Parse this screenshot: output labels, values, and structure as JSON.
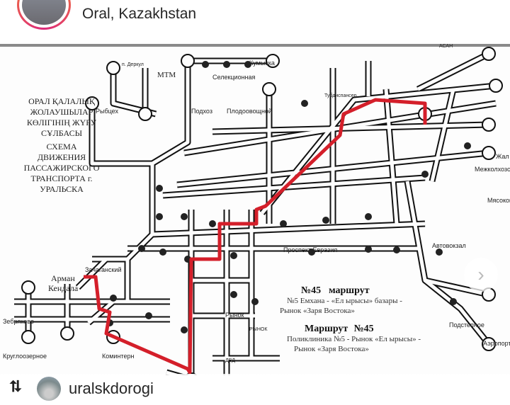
{
  "header": {
    "location": "Oral, Kazakhstan"
  },
  "map": {
    "title_kz": [
      "ОРАЛ ҚАЛАЛЫҚ",
      "ЖОЛАУШЫЛАР",
      "КӨЛІГІНІҢ ЖҮРУ",
      "СҰЛБАСЫ"
    ],
    "title_ru": [
      "СХЕМА",
      "ДВИЖЕНИЯ",
      "ПАССАЖИРСКОГО",
      "ТРАНСПОРТА г.",
      "УРАЛЬСКА"
    ],
    "route_kz": {
      "number": "№45",
      "word": "маршрут",
      "line1": "№5 Емхана - «Ел ырысы» базары -",
      "line2": "Рынок «Заря Востока»"
    },
    "route_ru": {
      "word": "Маршрут",
      "number": "№45",
      "line1": "Поликлиника №5 - Рынок «Ел ырысы» -",
      "line2": "Рынок «Заря Востока»"
    },
    "places": {
      "derkul": "п. Деркул",
      "mtm": "МТМ",
      "kumyska": "Кумыска",
      "selek": "Селекционная",
      "rybtsekh": "Рыбцех",
      "podhoz": "Подхоз",
      "plodoov": "Плодоовощной",
      "tubdispanser": "Тубдиспансер",
      "asan": "АСАН",
      "zhal": "Жал",
      "mezhkolhoz": "Межколхозстр",
      "mesokom": "Мясоком",
      "avtovokzal": "Автовокзал",
      "podstepnoe": "Подстепное",
      "aeroport": "Аэропорт",
      "zachagansky": "Зачаганский",
      "arman": "Арман",
      "kendala": "Кендала",
      "zhelyabovo": "Зебряково",
      "krugloozernoe": "Круглоозерное",
      "komintern": "Коминтерн",
      "rynok": "Рынок",
      "prospekt": "Проспект Евразия",
      "ddd": "ДВД",
      "rynok2": "РЫНОК"
    }
  },
  "carousel": {
    "next_icon": "chevron-right-icon"
  },
  "footer": {
    "username": "uralskdorogi",
    "repost_icon": "⮁"
  }
}
